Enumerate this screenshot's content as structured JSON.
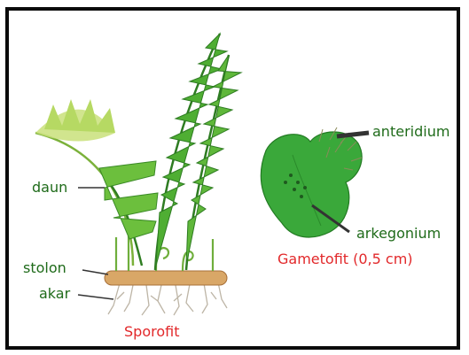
{
  "diagram": {
    "labels": {
      "daun": "daun",
      "stolon": "stolon",
      "akar": "akar",
      "sporofit": "Sporofit",
      "anteridium": "anteridium",
      "arkegonium": "arkegonium",
      "gametofit": "Gametofit (0,5 cm)"
    },
    "colors": {
      "label_text": "#1f6b1a",
      "caption_text": "#e2282a",
      "frame": "#0b0b0b",
      "leaf_light": "#8cc63f",
      "leaf_dark": "#2f8f2a",
      "thallus": "#3aa83a",
      "stolon": "#d8a86a",
      "root": "#c9c2b4",
      "pointer_line": "#333333"
    }
  }
}
